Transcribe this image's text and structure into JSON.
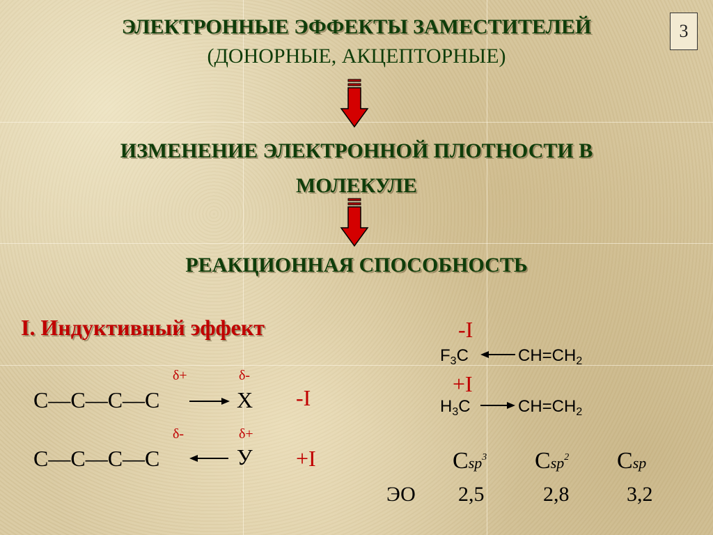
{
  "slide_number": "3",
  "title_line1": "ЭЛЕКТРОННЫЕ ЭФФЕКТЫ ЗАМЕСТИТЕЛЕЙ",
  "title_line2": "(ДОНОРНЫЕ, АКЦЕПТОРНЫЕ)",
  "heading_density_line1": "ИЗМЕНЕНИЕ ЭЛЕКТРОННОЙ ПЛОТНОСТИ В",
  "heading_density_line2": "МОЛЕКУЛЕ",
  "heading_reactivity": "РЕАКЦИОННАЯ СПОСОБНОСТЬ",
  "section_inductive": "I. Индуктивный эффект",
  "chain1": {
    "carbons": "C—C—C—C",
    "substituent": "X",
    "delta_left": "δ+",
    "delta_right": "δ-",
    "effect": "-I"
  },
  "chain2": {
    "carbons": "C—C—C—C",
    "substituent": "У",
    "delta_left": "δ-",
    "delta_right": "δ+",
    "effect": "+I"
  },
  "example1": {
    "effect": "-I",
    "left_group": "F3C",
    "right_group": "CH=CH2"
  },
  "example2": {
    "effect": "+I",
    "left_group": "H3C",
    "right_group": "CH=CH2"
  },
  "hybridization": [
    {
      "atom": "C",
      "orbital": "sp",
      "sup": "3"
    },
    {
      "atom": "C",
      "orbital": "sp",
      "sup": "2"
    },
    {
      "atom": "C",
      "orbital": "sp",
      "sup": ""
    }
  ],
  "eo_label": "ЭО",
  "eo_values": [
    "2,5",
    "2,8",
    "3,2"
  ],
  "colors": {
    "heading_green": "#0f3d0a",
    "accent_red": "#c00000",
    "background": "#d9c9a0"
  }
}
